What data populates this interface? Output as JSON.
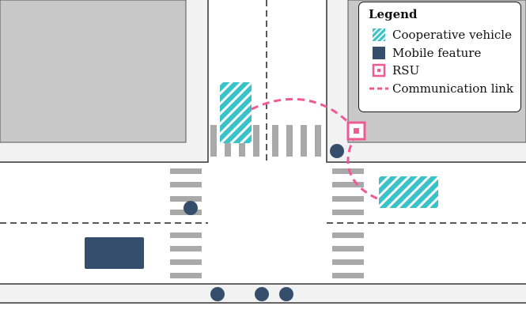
{
  "legend": {
    "title": "Legend",
    "items": [
      {
        "key": "cooperative_vehicle",
        "label": "Cooperative vehicle",
        "icon": "hatched-square-icon"
      },
      {
        "key": "mobile_feature",
        "label": "Mobile feature",
        "icon": "dark-square-icon"
      },
      {
        "key": "rsu",
        "label": "RSU",
        "icon": "rsu-icon"
      },
      {
        "key": "communication_link",
        "label": "Communication link",
        "icon": "dashed-line-icon"
      }
    ]
  },
  "colors": {
    "cooperative": "#39c3c9",
    "hatch": "#ffffff",
    "mobile": "#354e6b",
    "rsu": "#ef5a93",
    "link": "#ef5a93",
    "building": "#c8c8c8",
    "sidewalk": "#f2f2f2",
    "crosswalk": "#a9a9a9",
    "road_edge": "#333333"
  }
}
